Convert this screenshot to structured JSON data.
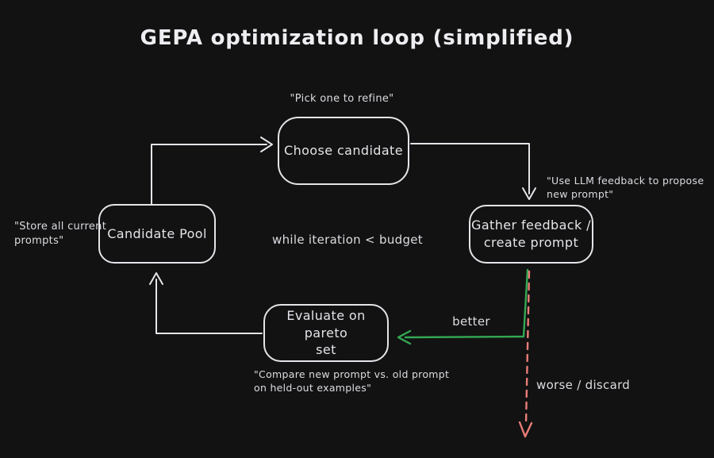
{
  "title": "GEPA optimization loop (simplified)",
  "nodes": {
    "choose_candidate": {
      "label": "Choose candidate"
    },
    "candidate_pool": {
      "label": "Candidate Pool"
    },
    "gather_feedback": {
      "label": "Gather feedback /\ncreate prompt"
    },
    "evaluate_pareto": {
      "label": "Evaluate on pareto\nset"
    }
  },
  "annotations": {
    "pick_one": "\"Pick one to refine\"",
    "store_prompts": "\"Store all current\nprompts\"",
    "use_llm_feedback": "\"Use LLM feedback to propose\nnew prompt\"",
    "loop_condition": "while iteration < budget",
    "better_label": "better",
    "worse_label": "worse / discard",
    "compare_prompts": "\"Compare new prompt vs. old prompt\non held-out examples\""
  },
  "colors": {
    "background": "#121212",
    "stroke": "#e4e4e9",
    "text": "#e4e4e9",
    "better_arrow": "#34a853",
    "worse_arrow": "#ea7d77"
  }
}
